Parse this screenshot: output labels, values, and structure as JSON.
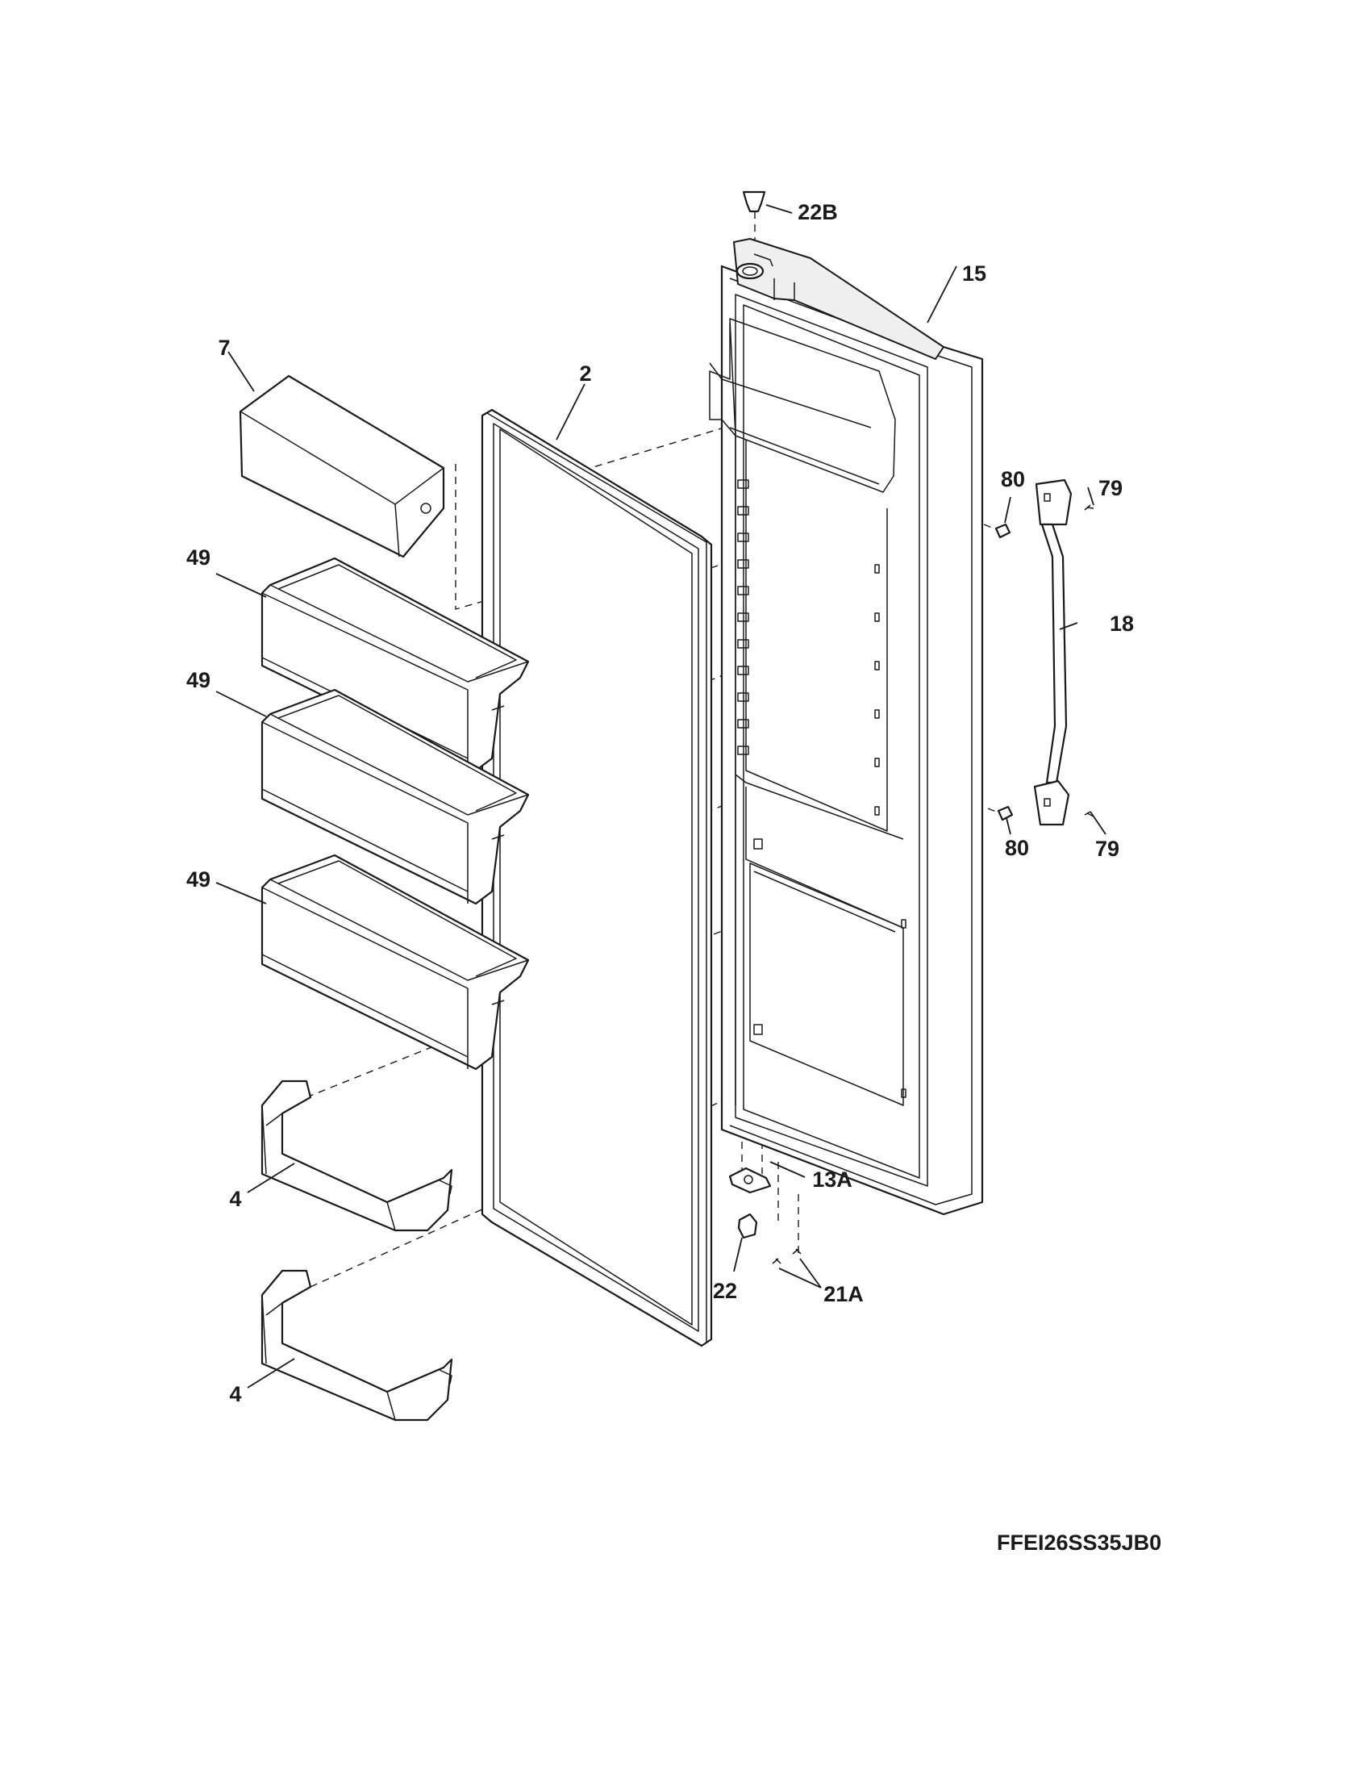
{
  "diagram": {
    "model_number": "FFEI26SS35JB0",
    "callouts": {
      "door_liner_assembly": "15",
      "door_gasket": "2",
      "dairy_door": "7",
      "door_bin_upper": "49",
      "door_bin_middle": "49",
      "door_bin_lower": "49",
      "bottom_bin_upper": "4",
      "bottom_bin_lower": "4",
      "handle": "18",
      "handle_mount_top": "80",
      "handle_mount_bottom": "80",
      "handle_screw_top": "79",
      "handle_screw_bottom": "79",
      "hinge_bushing_top": "22B",
      "bottom_hinge_bracket": "13A",
      "hinge_bushing_bottom": "22",
      "screws": "21A"
    }
  }
}
